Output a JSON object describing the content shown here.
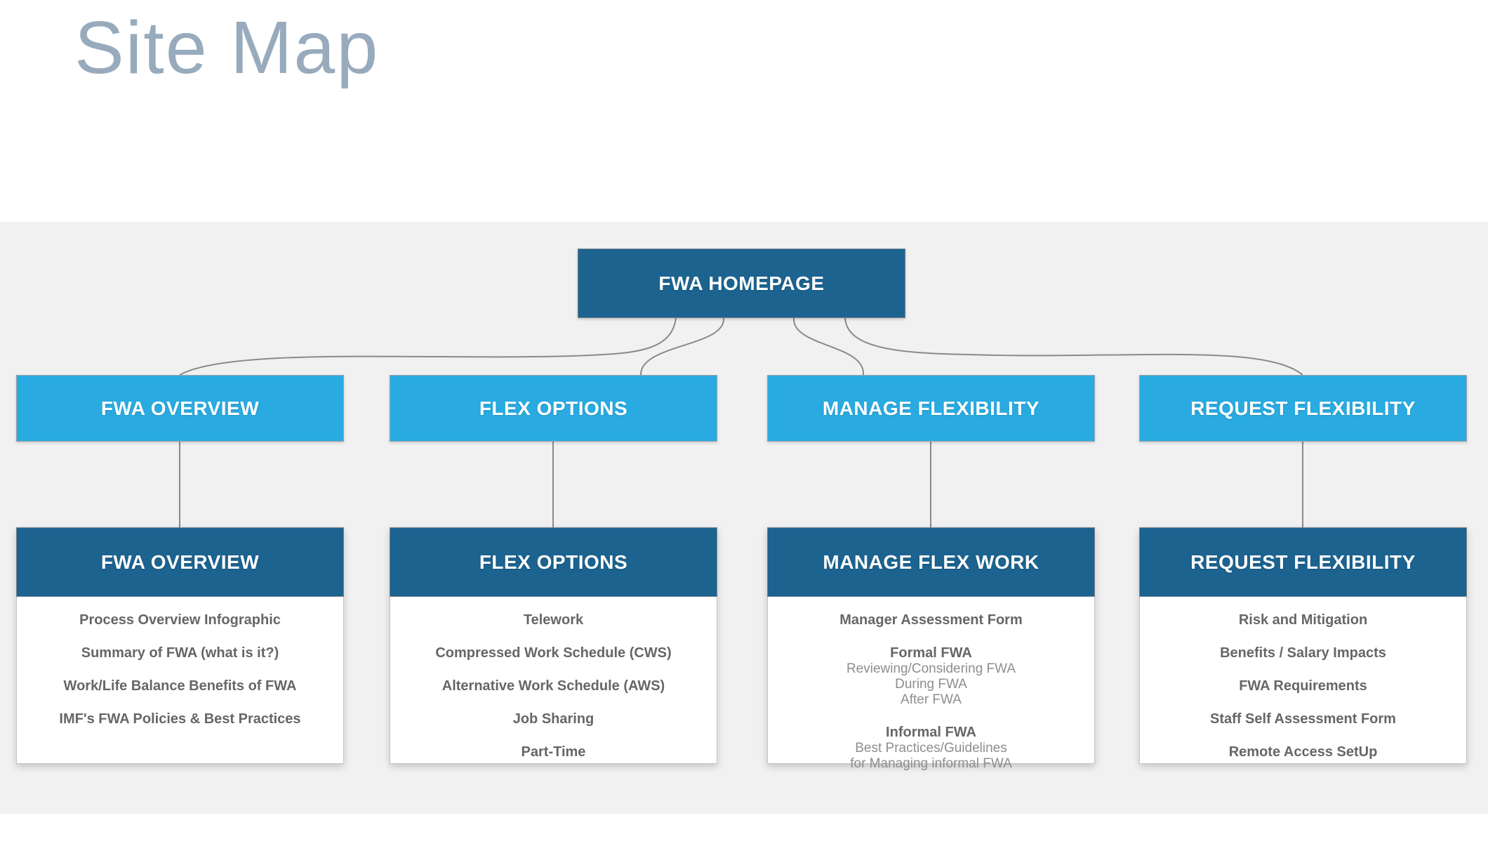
{
  "page": {
    "title": "Site Map"
  },
  "colors": {
    "accent_dark_blue": "#1c6390",
    "accent_light_blue": "#29abe2",
    "band_gray": "#f1f1f2",
    "connector_gray": "#8a8a8a",
    "title_gray_blue": "#98abbd",
    "item_text": "#666666",
    "item_sub_text": "#8e8e8e"
  },
  "homepage": {
    "label": "FWA HOMEPAGE"
  },
  "sections": [
    {
      "nav_label": "FWA OVERVIEW",
      "card_title": "FWA OVERVIEW",
      "groups": [
        {
          "title": "Process Overview Infographic"
        },
        {
          "title": "Summary of FWA (what is it?)"
        },
        {
          "title": "Work/Life Balance Benefits of FWA"
        },
        {
          "title": "IMF's FWA Policies & Best Practices"
        }
      ]
    },
    {
      "nav_label": "FLEX OPTIONS",
      "card_title": "FLEX OPTIONS",
      "groups": [
        {
          "title": "Telework"
        },
        {
          "title": "Compressed Work Schedule (CWS)"
        },
        {
          "title": "Alternative Work Schedule (AWS)"
        },
        {
          "title": "Job Sharing"
        },
        {
          "title": "Part-Time"
        }
      ]
    },
    {
      "nav_label": "MANAGE FLEXIBILITY",
      "card_title": "MANAGE FLEX WORK",
      "groups": [
        {
          "title": "Manager Assessment Form"
        },
        {
          "title": "Formal FWA",
          "subs": [
            "Reviewing/Considering FWA",
            "During FWA",
            "After FWA"
          ]
        },
        {
          "title": "Informal FWA",
          "subs": [
            "Best Practices/Guidelines",
            "for Managing informal FWA"
          ]
        }
      ]
    },
    {
      "nav_label": "REQUEST FLEXIBILITY",
      "card_title": "REQUEST FLEXIBILITY",
      "groups": [
        {
          "title": "Risk and Mitigation"
        },
        {
          "title": "Benefits / Salary Impacts"
        },
        {
          "title": "FWA Requirements"
        },
        {
          "title": "Staff Self Assessment Form"
        },
        {
          "title": "Remote Access SetUp"
        }
      ]
    }
  ]
}
